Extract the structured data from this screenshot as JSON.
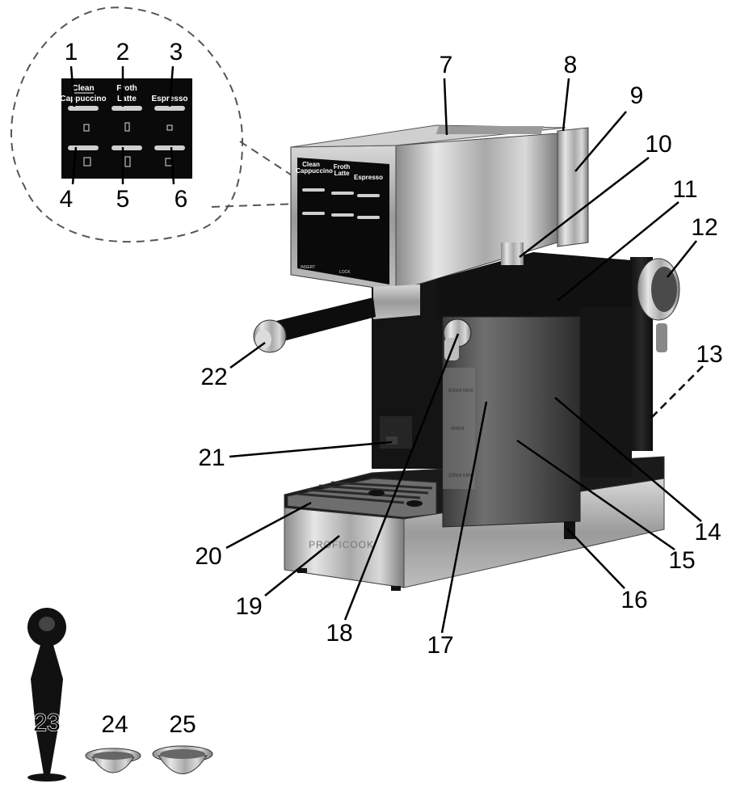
{
  "callouts": [
    "1",
    "2",
    "3",
    "4",
    "5",
    "6",
    "7",
    "8",
    "9",
    "10",
    "11",
    "12",
    "13",
    "14",
    "15",
    "16",
    "17",
    "18",
    "19",
    "20",
    "21",
    "22",
    "23",
    "24",
    "25"
  ],
  "panel": {
    "clean": "Clean",
    "cappuccino": "Cappuccino",
    "froth": "Froth",
    "latte": "Latte",
    "espresso": "Espresso",
    "insert": "INSERT",
    "lock": "LOCK"
  },
  "tank_scale": {
    "max": "600ml MAX",
    "mid": "400ml",
    "min": "200ml MIN"
  },
  "brand": "PROFICOOK"
}
